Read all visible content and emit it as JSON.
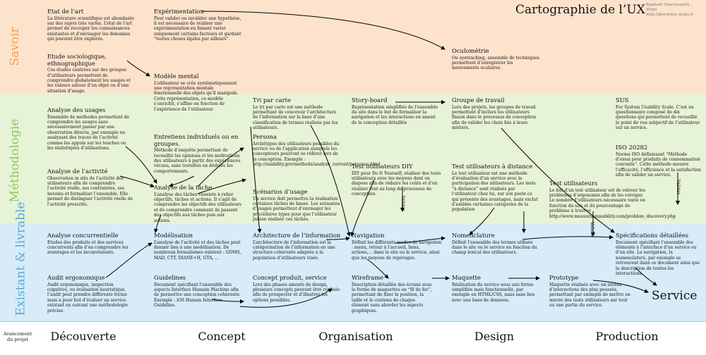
{
  "title": "Cartographie de l’UX",
  "author": [
    "Raphaël Yharrassarry - iErgo",
    "http://blocnotes.iergo.fr"
  ],
  "bands": {
    "savoir": "Savoir",
    "methodologie": "Méthodologie",
    "existant": "Existant & livrable"
  },
  "footer": {
    "label": "Avancement du projet",
    "phases": [
      "Découverte",
      "Concept",
      "Organisation",
      "Design",
      "Production"
    ]
  },
  "service_label": "Service",
  "valider_label": "Valider",
  "nodes": {
    "etat_art": {
      "title": "Etat de l’art",
      "desc": "La littérature scientifique est abondante sur des sujets très variés. L’état de l’art permet de recouper les connaissances existantes et d’envisager les domaines qui peuvent être explorés."
    },
    "etude_socio": {
      "title": "Etude sociologique, ethnographique",
      "desc": "Ces études centrées sur des groupes d’utilisateurs permettent de comprendre globalement les usages et les valeurs autour d’un objet ou d’une situation d’usage."
    },
    "experimentation": {
      "title": "Expérimentation",
      "desc": "Pour valider ou invalider une hypothèse, il est nécessaire de réaliser une expérimentation en faisant varier uniquement certains facteurs et gardant “toutes choses égales par ailleurs”."
    },
    "modele_mental": {
      "title": "Modèle mental",
      "desc": "L’utilisateur se crée systématiquement une représentation mentale fonctionnelle des objets qu’il manipule. Cette représentation, ce modèle s’enrichit, s’affine en fonction de l’expérience de l’utilisateur."
    },
    "oculometrie": {
      "title": "Oculométrie",
      "desc": "Ou eyetracking, ensemble de techniques permettent d’enregistrer les mouvements oculaires."
    },
    "analyse_usages": {
      "title": "Analyse des usages",
      "desc": "Ensemble de méthodes permettant de comprendre les usages sans nécessairement passer par une observation directe, par exemple en analysant des traces de l’activité comme les appuis sur les touches ou les statistiques d’utilisations."
    },
    "analyse_activite": {
      "title": "Analyse de l’activité",
      "desc": "Observation in situ de l’activité des utilisateurs afin de comprendre l’activité réelle, ses contraintes, ses besoins et formaliser l’ensemble. Elle permet de distinguer l’activité réelle de l’activité prescrite."
    },
    "entretiens": {
      "title": "Entretiens individuels ou en groupes.",
      "desc": "Méthode d’enquête permettant de recueillir les opinions et les motivations des utilisateurs à partir des expériences vécues, sans toutefois en déduire les comportements."
    },
    "analyse_tache": {
      "title": "Analyse de la tâche",
      "desc": "L’analyse des tâches consiste à relier objectifs, tâches et actions. Il s’agit de comprendre les objectifs des utilisateurs et de comprendre comment ils passent des objectifs aux tâches puis aux actions."
    },
    "tri_carte": {
      "title": "Tri par carte",
      "desc": "Le tri par carte est une méthode permettant de concevoir l’architecture de l’information sur la base d’une classification de termes réalisée par les utilisateurs."
    },
    "persona": {
      "title": "Persona",
      "desc": "Archétypes des utilisateurs possibles du service ou de l’application auxquels les concepteurs pourront se référer lors de la conception. Exemple : http://usability.gov/methods/analyze_current/personas.html"
    },
    "scenarios": {
      "title": "Scénarios d’usage",
      "desc": "Un service doit permettre la réalisation certaines tâches de bases. Les scénarios d’usages permettent d’envisager les procédures types pour que l’utilisateur puisse réaliser ces tâches."
    },
    "storyboard": {
      "title": "Story-board",
      "desc": "Représentation simplifiée de l’ensemble du site dans le but de formaliser la navigation et les interactions en amont de la conception détaillée"
    },
    "test_diy": {
      "title": "Test utilisateurs DIY",
      "desc": "DIY pour Do It Yourself, réaliser des tests utilisateurs avec les moyens dont on dispose afin de réduire les coûts et d’en réaliser tout au long du processus de conception."
    },
    "groupe_travail": {
      "title": "Groupe de travail",
      "desc": "Lors des projets, les groupes de travail permettent d’inclure les utilisateurs finaux dans le processus de conception afin de valider les choix liés à leurs métiers."
    },
    "test_distance": {
      "title": "Test utilisateurs à distance",
      "desc": "Le test utilisateur est une méthode d’évaluation d’un service avec la participation des utilisateurs. Les tests “à distance” sont réalisés par l’utilisateur chez lui, sur son poste ce qui présente des avantages, mais exclut d’emblée certaines catégories de la population"
    },
    "sus": {
      "title": "SUS",
      "desc": "For System Usability Scale. C’est un questionnaire composé de dix questions qui permettent de recueillir le point de vue subjectif de l’utilisateur sur un service."
    },
    "iso": {
      "title": "ISO 20282",
      "desc": "Norme ISO définissant “Méthode d’essai pour produits de consommation courante”. Cette méthode mesure l’efficacité, l’efficience et la satisfaction afin de valider un service."
    },
    "test_users": {
      "title": "Test utilisateurs",
      "desc": "Le but d’un test utilisateur est de relever les problèmes d’ergonomie afin de les corriger. Le nombre d’utilisateurs nécessaire varie en fonction du site et du pourcentage de problème à trouver. http://www.measuringusability.com/problem_discovery.php"
    },
    "analyse_concurrentielle": {
      "title": "Analyse concurrentielle",
      "desc": "Etudes des produits et des services concurrents afin d’en comprendre les avantages et les inconvénients."
    },
    "audit": {
      "title": "Audit ergonomique",
      "desc": "Audit ergonomique, inspection cognitive, ou évaluation heuristique, l’audit peut prendre différente forme mais a pour but d’évaluer un service existant en suivant une méthodologie précise."
    },
    "modelisation": {
      "title": "Modélisation",
      "desc": "L’analyse de l’activité et des tâches peut donner lieu à une modélisation. De nombreux formalismes existent : GOMS, MAD, CTT, DIANE+H, GTA, ..."
    },
    "guidelines": {
      "title": "Guidelines",
      "desc": "Document spécifiant l’ensemble des aspects Interface Humain Machine afin de permettre une conception cohérente. Exemple : iOS Human Interface Guideline."
    },
    "architecture": {
      "title": "Architecture de l’information",
      "desc": "L’architecture de l’information est la catégorisation de l’information en une structure cohérente adaptée à la population d’utilisateurs visée."
    },
    "concept_produit": {
      "title": "Concept produit, service",
      "desc": "Lors des phases amonts de design, plusieurs concepts peuvent être réalisés afin de prospecter et d’illustrer les options possibles."
    },
    "navigation": {
      "title": "Navigation",
      "desc": "Définit les différents modes de navigation : menu, retour à l’accueil, liens, actions,... dans le site ou le service, ainsi que les moyens de repérages."
    },
    "wireframe": {
      "title": "Wireframe",
      "desc": "Description détaillée des écrans sous la forme de maquettes en “fil de fer”, permettant de fixer la position, la taille et le contenu de chaque élément sans aborder les aspects graphiques."
    },
    "nomenclature": {
      "title": "Nomenclature",
      "desc": "Définit l’ensemble des termes utilisés dans le site ou le service en fonction du champ lexical des utilisateurs."
    },
    "maquette": {
      "title": "Maquette",
      "desc": "Réalisation du service sous une forme simplifiée mais fonctionnelle, par exemple en HTML/CSS, mais sans lien avec une base de données."
    },
    "prototype": {
      "title": "Prototype",
      "desc": "Maquette réalisée avec un niveau d’interactions des plus poussés, permettant par exemple de mettre en œuvre des tests utilisateurs sur tout ou une partie du service."
    },
    "specs": {
      "title": "Spécifications détaillées",
      "desc": "Document spécifiant l’ensemble des éléments à l’interface d’un service ou d’un site. La navigation, la nomenclature, par exemple se retrouvent dans ce document ainsi que la description de toutes les interactions."
    }
  }
}
